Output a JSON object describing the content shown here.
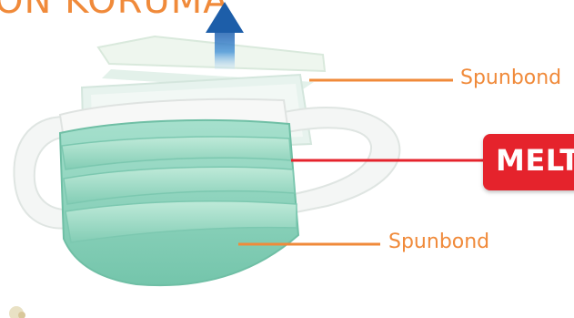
{
  "title": "ON KORUMA",
  "layers": {
    "top_label": "Spunbond",
    "middle_label": "MELT",
    "bottom_label": "Spunbond"
  },
  "colors": {
    "accent": "#f08a3a",
    "melt_badge": "#e5232c",
    "mask_green": "#8fd6c0",
    "arrow_blue": "#1f66b2"
  },
  "icons": {
    "airflow": "upward-arrow-icon"
  }
}
